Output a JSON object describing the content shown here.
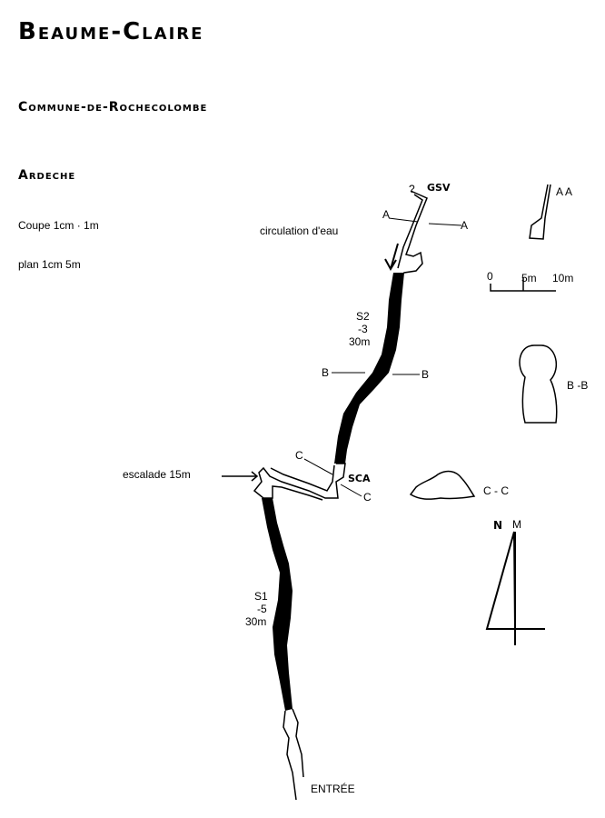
{
  "header": {
    "title": "Beaume-Claire",
    "commune": "Commune-de-Rochecolombe",
    "region": "Ardeche",
    "scale_section": "Coupe 1cm · 1m",
    "scale_plan": "plan 1cm   5m"
  },
  "map_labels": {
    "gsv": "GSV",
    "question": "?",
    "water_flow": "circulation  d'eau",
    "a_left": "A",
    "a_right": "A",
    "s2_name": "S2",
    "s2_depth": "-3",
    "s2_length": "30m",
    "b_left": "B",
    "b_right": "B",
    "c_top": "C",
    "c_bottom": "C",
    "sca": "SCA",
    "escalade": "escalade 15m",
    "s1_name": "S1",
    "s1_depth": "-5",
    "s1_length": "30m",
    "entrance": "ENTRÉE"
  },
  "sections": {
    "aa": "A  A",
    "bb": "B -B",
    "cc": "C - C"
  },
  "scale_bar": {
    "zero": "0",
    "five": "5m",
    "ten": "10m"
  },
  "north": {
    "n": "N",
    "m": "M"
  }
}
